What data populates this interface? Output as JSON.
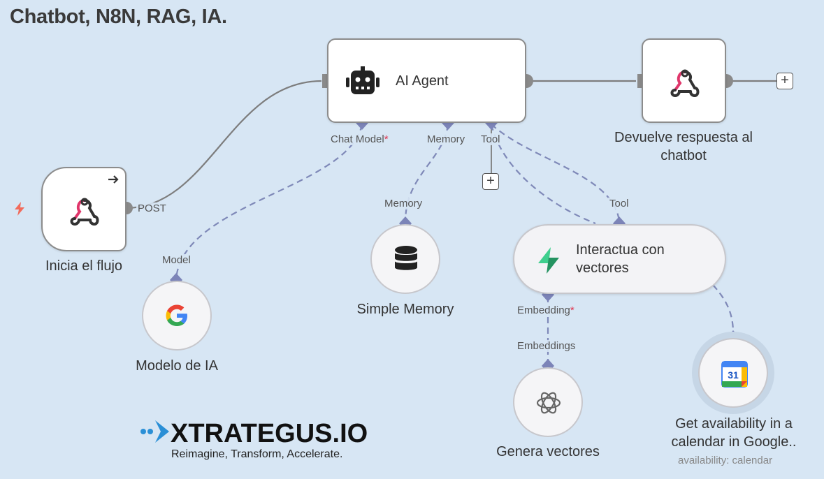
{
  "title": "Chatbot, N8N, RAG, IA.",
  "colors": {
    "accent_wire": "#7f89b8",
    "main_wire": "#7d7d7d",
    "background": "#d7e6f4",
    "trigger_bolt": "#f26b5b",
    "required": "#e0364f"
  },
  "nodes": {
    "trigger": {
      "label": "Inicia el flujo",
      "icon": "webhook-icon",
      "output_label": "POST"
    },
    "agent": {
      "label": "AI Agent",
      "icon": "robot-icon",
      "ports": {
        "chat_model": "Chat Model",
        "memory": "Memory",
        "tool": "Tool",
        "required_mark": "*"
      }
    },
    "respond": {
      "label_line1": "Devuelve respuesta al",
      "label_line2": "chatbot",
      "icon": "webhook-icon"
    },
    "model": {
      "label": "Modelo de IA",
      "icon": "google-g-icon",
      "port_label": "Model"
    },
    "memory": {
      "label": "Simple Memory",
      "icon": "database-icon",
      "port_label": "Memory"
    },
    "vector": {
      "label_line1": "Interactua con",
      "label_line2": "vectores",
      "icon": "supabase-icon",
      "port_label": "Tool",
      "embedding_label": "Embedding",
      "required_mark": "*"
    },
    "embeddings": {
      "label": "Genera vectores",
      "icon": "openai-icon",
      "port_label": "Embeddings"
    },
    "calendar": {
      "label_line1": "Get availability in a",
      "label_line2": "calendar in Google..",
      "subtitle": "availability: calendar",
      "icon": "google-calendar-icon",
      "day": "31"
    }
  },
  "plus": "+",
  "brand": {
    "name": "XTRATEGUS.IO",
    "tagline": "Reimagine, Transform, Accelerate."
  }
}
